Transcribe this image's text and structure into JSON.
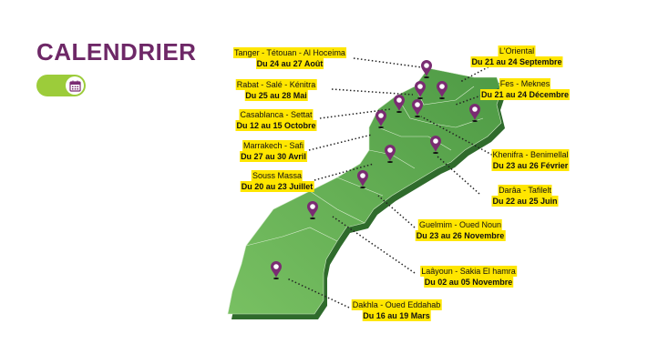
{
  "title": "CALENDRIER",
  "toggle": {
    "icon": "calendar-icon",
    "state": "on"
  },
  "colors": {
    "title": "#6e2867",
    "toggle": "#9ccc3a",
    "highlight": "#ffe600",
    "map": "#5fae4f",
    "pin": "#7a2c72"
  },
  "regions": [
    {
      "name": "Tanger - Tétouan - Al Hoceima",
      "dates": "Du 24 au 27 Août"
    },
    {
      "name": "Rabat - Salé - Kénitra",
      "dates": "Du 25 au 28 Mai"
    },
    {
      "name": "Casablanca - Settat",
      "dates": "Du 12 au 15 Octobre"
    },
    {
      "name": "Marrakech - Safi",
      "dates": "Du 27 au 30 Avril"
    },
    {
      "name": "Souss Massa",
      "dates": "Du 20 au 23 Juillet"
    },
    {
      "name": "L'Oriental",
      "dates": "Du 21 au 24 Septembre"
    },
    {
      "name": "Fes - Meknes",
      "dates": "Du 21 au 24 Décembre"
    },
    {
      "name": "Khenifra - Benimellal",
      "dates": "Du 23 au 26 Février"
    },
    {
      "name": "Darâa - Tafilelt",
      "dates": "Du 22 au 25 Juin"
    },
    {
      "name": "Guelmim - Oued Noun",
      "dates": "Du 23 au 26 Novembre"
    },
    {
      "name": "Laâyoun - Sakia El hamra",
      "dates": "Du 02 au 05 Novembre"
    },
    {
      "name": "Dakhla - Oued Eddahab",
      "dates": "Du 16 au 19 Mars"
    }
  ]
}
